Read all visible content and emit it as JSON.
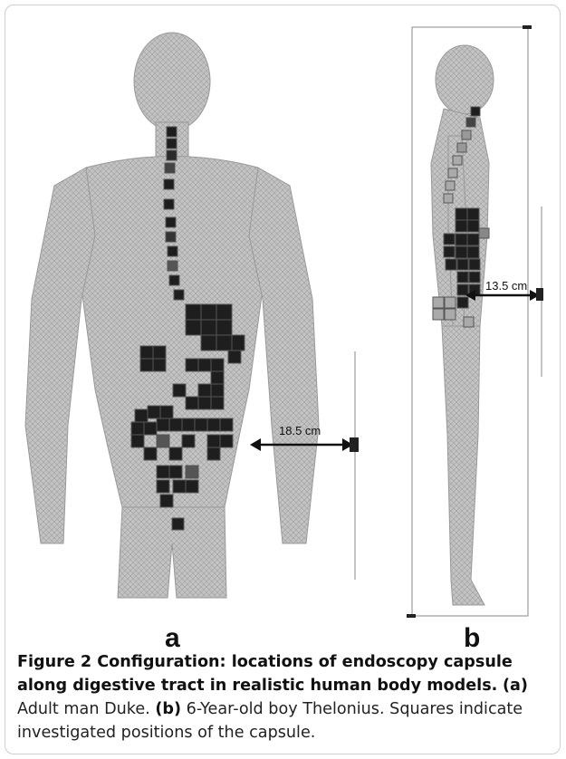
{
  "panels": [
    {
      "label": "a",
      "distance_label": "18.5 cm"
    },
    {
      "label": "b",
      "distance_label": "13.5 cm"
    }
  ],
  "caption": {
    "title": "Figure 2 Configuration: locations of endoscopy capsule along digestive tract in realistic human body models.",
    "part_a_tag": "(a)",
    "part_a_text": " Adult man Duke. ",
    "part_b_tag": "(b)",
    "part_b_text": " 6-Year-old boy Thelonius. Squares indicate investigated positions of the capsule."
  },
  "colors": {
    "body": "#9a9a9a",
    "square_dark": "#1e1e1e",
    "arrow": "#111111"
  }
}
